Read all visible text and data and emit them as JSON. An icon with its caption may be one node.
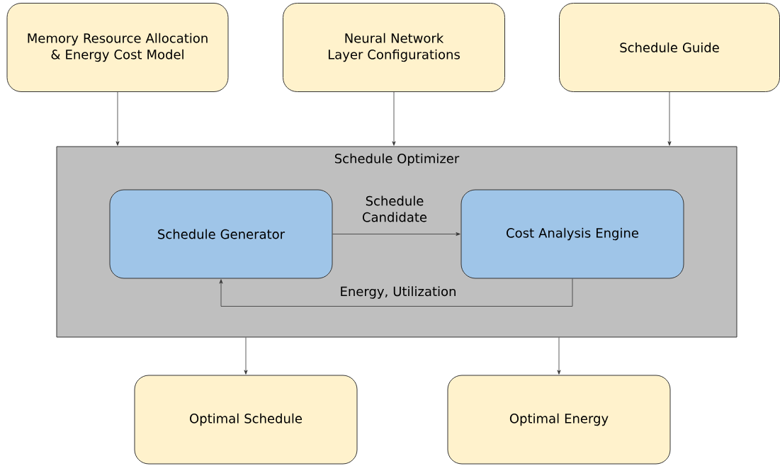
{
  "diagram": {
    "nodes": [
      {
        "text": [
          "Memory Resource Allocation & Energy Cost Model"
        ]
      },
      {
        "text": [
          "Neural Network Layer Configurations"
        ]
      },
      {
        "text": [
          "Schedule Guide"
        ]
      },
      {
        "text": [
          "Schedule Optimizer"
        ]
      },
      {
        "text": [
          "Schedule Generator"
        ],
        "in": 3
      },
      {
        "text": [
          "Cost Analysis Engine"
        ],
        "in": 3
      },
      {
        "text": [
          "Optimal Schedule"
        ]
      },
      {
        "text": [
          "Optimal Energy"
        ]
      }
    ],
    "edges": [
      {
        "from": 0,
        "to": 3,
        "arrow": "to"
      },
      {
        "from": 1,
        "to": 3,
        "arrow": "to"
      },
      {
        "from": 2,
        "to": 3,
        "arrow": "to"
      },
      {
        "from": 4,
        "to": 5,
        "arrow": "to",
        "label": "Schedule Candidate"
      },
      {
        "from": 5,
        "to": 4,
        "arrow": "to",
        "label": "Energy, Utilization"
      },
      {
        "from": 3,
        "to": 6,
        "arrow": "to"
      },
      {
        "from": 3,
        "to": 7,
        "arrow": "to"
      }
    ]
  }
}
